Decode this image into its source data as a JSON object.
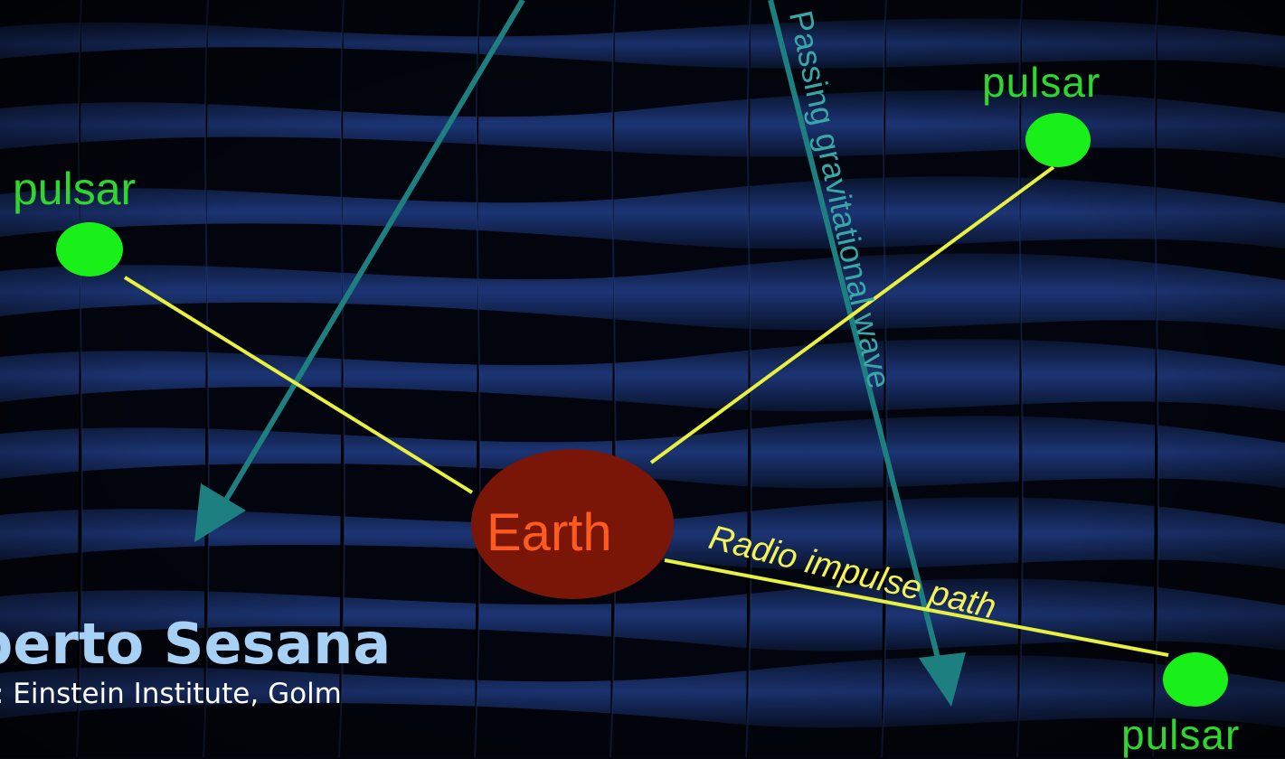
{
  "diagram": {
    "pulsar_label_left": "pulsar",
    "pulsar_label_top_right": "pulsar",
    "pulsar_label_bottom_right": "pulsar",
    "earth_label": "Earth",
    "gravitational_wave_label": "Passing gravitational wave",
    "radio_path_label": "Radio impulse path"
  },
  "author": {
    "name": "berto Sesana",
    "affiliation": ": Einstein Institute, Golm"
  },
  "colors": {
    "background": "#02050d",
    "grid_wave": "#1f3f8a",
    "pulsar": "#19f019",
    "pulsar_text": "#2fd62f",
    "earth": "#7a1608",
    "earth_text": "#ff5b1f",
    "radio_path": "#e8f040",
    "wave_arrow": "#1d7f7f",
    "author_name": "#a6d1f5"
  }
}
